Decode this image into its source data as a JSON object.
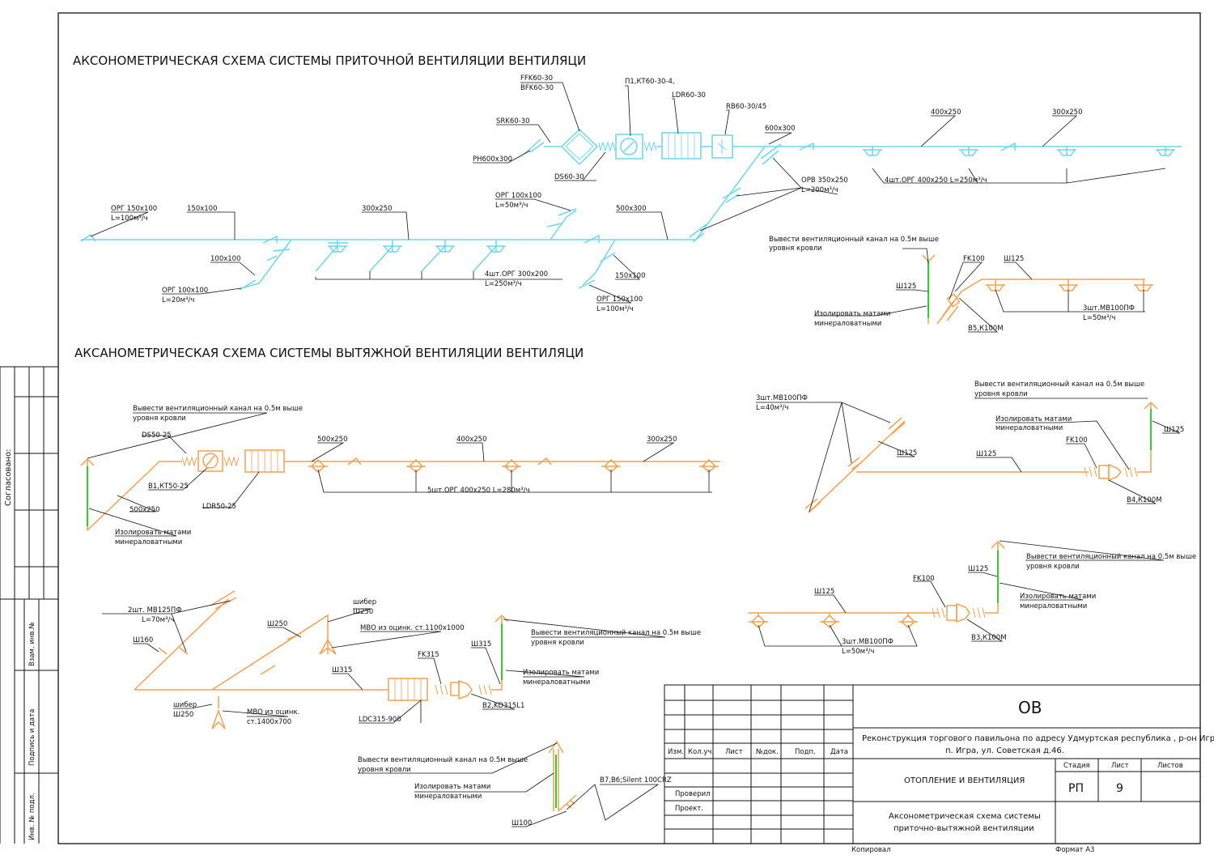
{
  "sheet": {
    "title_supply": "АКСОНОМЕТРИЧЕСКАЯ СХЕМА СИСТЕМЫ ПРИТОЧНОЙ ВЕНТИЛЯЦИИ ВЕНТИЛЯЦИ",
    "title_exhaust": "АКСАНОМЕТРИЧЕСКАЯ СХЕМА СИСТЕМЫ ВЫТЯЖНОЙ ВЕНТИЛЯЦИИ ВЕНТИЛЯЦИ"
  },
  "side_frame": {
    "agreed": "Согласовано:",
    "inv_replace": "Взам. инв.№",
    "sign_date": "Подпись и дата",
    "inv_orig": "Инв. № подл."
  },
  "supply_labels": {
    "ffk": "FFK60-30",
    "bfk": "BFK60-30",
    "p1": "П1,КТ60-30-4,",
    "ldr": "LDR60-30",
    "rb": "RB60-30/45",
    "srk": "SRK60-30",
    "rn": "РН600х300",
    "ds": "DS60-30",
    "d600": "600х300",
    "d400": "400х250",
    "d300a": "300х250",
    "orv": "ОРВ 350х250",
    "orv_l": "L=200м³/ч",
    "org4": "4шт.ОРГ 400х250 L=250м³/ч",
    "org150": "ОРГ 150х100",
    "org150_l": "L=100м³/ч",
    "d150": "150х100",
    "d300b": "300х250",
    "org100": "ОРГ 100х100",
    "org100_l": "L=50м³/ч",
    "d500": "500х300",
    "d100": "100х100",
    "org100b": "ОРГ 100х100",
    "org100b_l": "L=20м³/ч",
    "org4b": "4шт.ОРГ 300х200",
    "org4b_l": "L=250м³/ч",
    "d150b": "150х100",
    "org150b": "ОРГ 150х100",
    "org150b_l": "L=100м³/ч"
  },
  "b5": {
    "roof1": "Вывести вентиляционный канал на 0.5м выше",
    "roof2": "уровня кровли",
    "fk": "FK100",
    "sh125a": "Ш125",
    "sh125b": "Ш125",
    "ins1": "Изолировать матами",
    "ins2": "минераловатными",
    "unit": "В5,К100М",
    "mv": "3шт.МВ100ПФ",
    "mv_l": "L=50м³/ч"
  },
  "b1": {
    "roof1": "Вывести вентиляционный канал на 0.5м выше",
    "roof2": "уровня кровли",
    "ds": "DS50-25",
    "d500a": "500х250",
    "d400": "400х250",
    "d300": "300х250",
    "unit": "В1,КТ50-25",
    "ldr": "LDR50-25",
    "d500b": "500х250",
    "org5": "5шт.ОРГ 400х250 L=280м³/ч",
    "ins1": "Изолировать матами",
    "ins2": "минераловатными"
  },
  "b4": {
    "mv": "3шт.МВ100ПФ",
    "mv_l": "L=40м³/ч",
    "sh125a": "Ш125",
    "roof1": "Вывести вентиляционный канал на 0.5м выше",
    "roof2": "уровня кровли",
    "ins1": "Изолировать матами",
    "ins2": "минераловатными",
    "sh125b": "Ш125",
    "sh125c": "Ш125",
    "fk": "FK100",
    "unit": "В4,К100М"
  },
  "b3": {
    "roof1": "Вывести вентиляционный канал на 0.5м выше",
    "roof2": "уровня кровли",
    "fk": "FK100",
    "sh125a": "Ш125",
    "sh125b": "Ш125",
    "ins1": "Изолировать матами",
    "ins2": "минераловатными",
    "mv": "3шт.МВ100ПФ",
    "mv_l": "L=50м³/ч",
    "unit": "В3,К100М"
  },
  "b2": {
    "mv": "2шт. МВ125ПФ",
    "mv_l": "L=70м³/ч",
    "shiber": "шибер",
    "sh250a": "Ш250",
    "sh250b": "Ш250",
    "mvo1": "МВО из оцинк. ст.1100х1000",
    "sh160": "Ш160",
    "roof1": "Вывести вентиляционный канал на 0.5м выше",
    "roof2": "уровня кровли",
    "sh315a": "Ш315",
    "fk": "FK315",
    "sh315b": "Ш315",
    "ins1": "Изолировать матами",
    "ins2": "минераловатными",
    "shiber2": "шибер",
    "sh250c": "Ш250",
    "mvo2a": "МВО из оцинк.",
    "mvo2b": "ст.1400х700",
    "ldc": "LDC315-900",
    "unit": "В2,KD315L1"
  },
  "b6": {
    "roof1": "Вывести вентиляционный канал на 0.5м выше",
    "roof2": "уровня кровли",
    "ins1": "Изолировать матами",
    "ins2": "минераловатными",
    "unit": "В7,В6;Silent 100CRZ",
    "sh100": "Ш100"
  },
  "stamp": {
    "code": "ОВ",
    "project1": "Реконструкция торгового павильона по адресу Удмуртская республика , р-он Игринский,",
    "project2": "п. Игра, ул. Советская д.46.",
    "izm": "Изм.",
    "koluch": "Кол.уч.",
    "list": "Лист",
    "ndok": "№док.",
    "podp": "Подп.",
    "data": "Дата",
    "section": "ОТОПЛЕНИЕ И ВЕНТИЛЯЦИЯ",
    "stage_h": "Стадия",
    "list_h": "Лист",
    "listov_h": "Листов",
    "stage": "РП",
    "sheet_no": "9",
    "listov": "",
    "checked": "Проверил",
    "designed": "Проект.",
    "desc1": "Аксонометрическая схема системы",
    "desc2": "приточно-вытяжной вентиляции",
    "copied": "Копировал",
    "format": "Формат А3"
  },
  "colors": {
    "supply": "#6cd6ee",
    "exhaust": "#f5a14f",
    "insulation": "#2fce2f"
  }
}
